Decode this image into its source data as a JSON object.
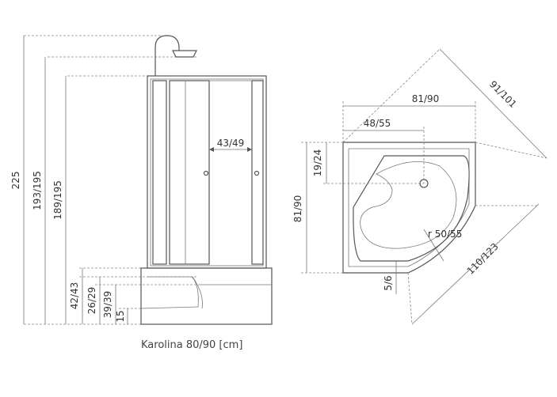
{
  "left_view": {
    "height_total": "225",
    "height_a": "193/195",
    "height_b": "189/195",
    "door_width": "43/49",
    "tray_a": "42/43",
    "tray_b": "26/29",
    "tray_c": "39/39",
    "foot": "15"
  },
  "right_view": {
    "width": "81/90",
    "inner_width": "48/55",
    "depth": "81/90",
    "corner": "19/24",
    "radius": "r 50/55",
    "step": "5/6",
    "diag_outer": "91/101",
    "diag_inner": "110/123"
  },
  "caption": "Karolina 80/90 [cm]"
}
